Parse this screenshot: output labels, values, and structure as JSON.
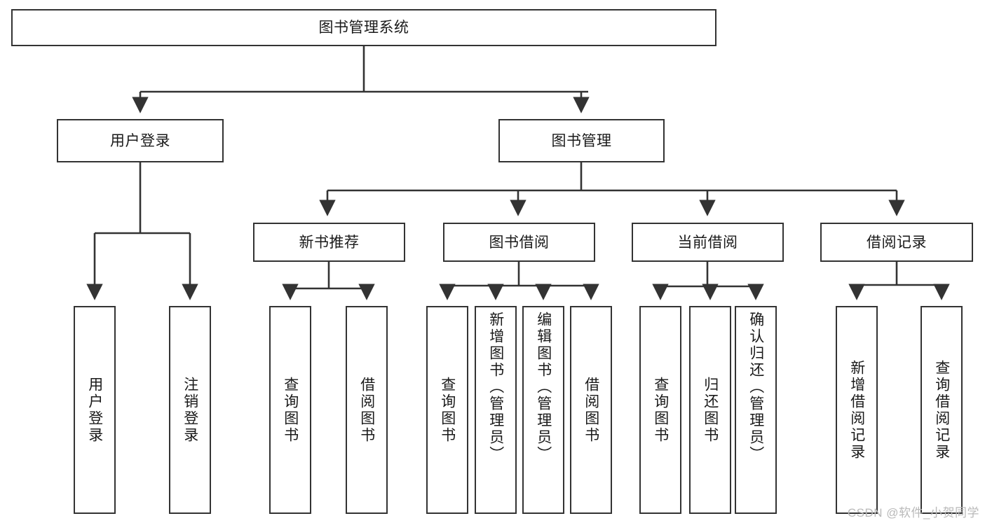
{
  "diagram": {
    "type": "tree-hierarchy",
    "title": "图书管理系统",
    "colors": {
      "box_border": "#333333",
      "box_fill": "#ffffff",
      "connector": "#333333",
      "text": "#1a1a1a",
      "watermark": "#b9b9b9",
      "background": "#ffffff"
    },
    "root": {
      "label": "图书管理系统"
    },
    "level2": [
      {
        "label": "用户登录"
      },
      {
        "label": "图书管理"
      }
    ],
    "level3": [
      {
        "label": "新书推荐"
      },
      {
        "label": "图书借阅"
      },
      {
        "label": "当前借阅"
      },
      {
        "label": "借阅记录"
      }
    ],
    "leaves": {
      "user_login": [
        {
          "label": "用户登录"
        },
        {
          "label": "注销登录"
        }
      ],
      "new_book_recommend": [
        {
          "label": "查询图书"
        },
        {
          "label": "借阅图书"
        }
      ],
      "book_borrow": [
        {
          "label": "查询图书"
        },
        {
          "label": "新增图书（管理员）"
        },
        {
          "label": "编辑图书（管理员）"
        },
        {
          "label": "借阅图书"
        }
      ],
      "current_borrow": [
        {
          "label": "查询图书"
        },
        {
          "label": "归还图书"
        },
        {
          "label": "确认归还（管理员）"
        }
      ],
      "borrow_record": [
        {
          "label": "新增借阅记录"
        },
        {
          "label": "查询借阅记录"
        }
      ]
    },
    "watermark": "CSDN @软件_小贺同学"
  }
}
